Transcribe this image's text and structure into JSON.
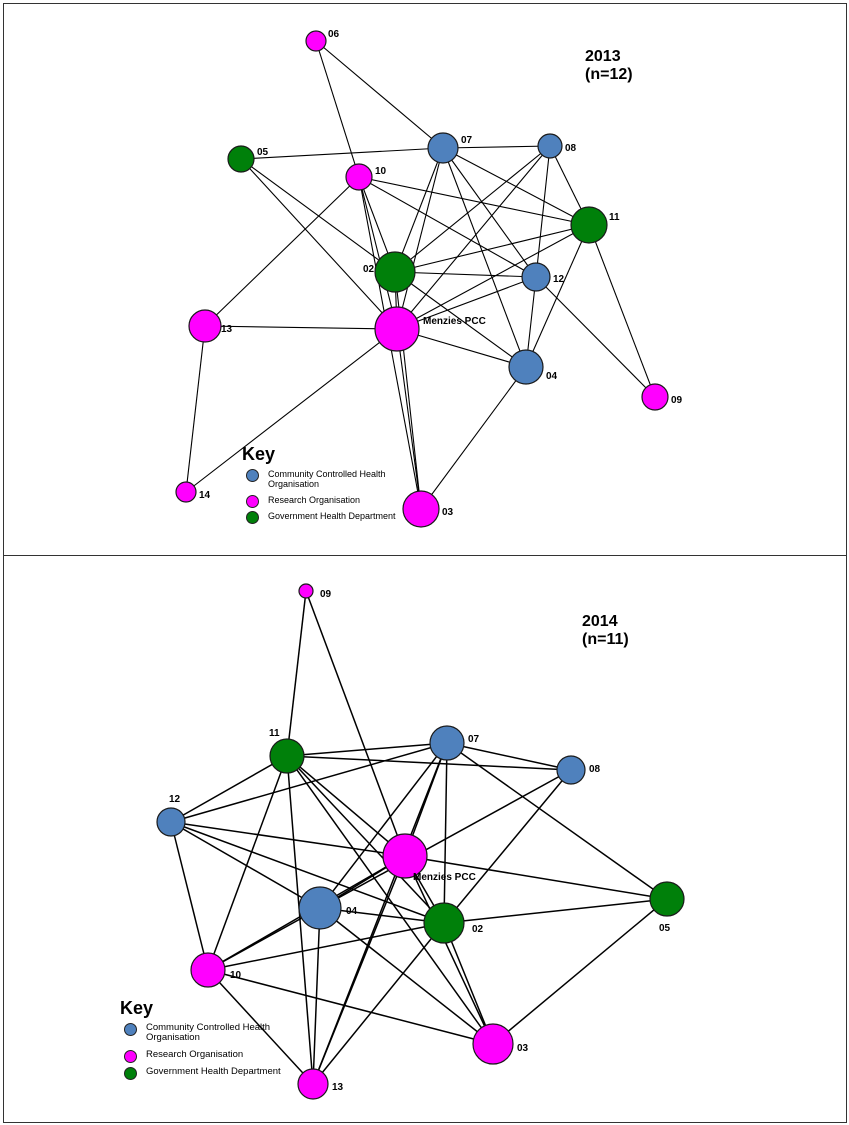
{
  "colors": {
    "community": "#4f81bd",
    "research": "#ff00ff",
    "government": "#00800a",
    "edge": "#000000"
  },
  "key": {
    "title": "Key",
    "items": [
      {
        "type": "community",
        "label": "Community Controlled Health Organisation"
      },
      {
        "type": "research",
        "label": "Research Organisation"
      },
      {
        "type": "government",
        "label": "Government Health Department"
      }
    ]
  },
  "networks": [
    {
      "id": "2013",
      "year": "2013",
      "n_label": "(n=12)",
      "nodes": [
        {
          "id": "06",
          "type": "research",
          "size": "xs"
        },
        {
          "id": "05",
          "type": "government",
          "size": "m"
        },
        {
          "id": "07",
          "type": "community",
          "size": "m"
        },
        {
          "id": "08",
          "type": "community",
          "size": "s"
        },
        {
          "id": "10",
          "type": "research",
          "size": "s"
        },
        {
          "id": "11",
          "type": "government",
          "size": "l"
        },
        {
          "id": "02",
          "type": "government",
          "size": "l"
        },
        {
          "id": "12",
          "type": "community",
          "size": "s"
        },
        {
          "id": "13",
          "type": "research",
          "size": "m"
        },
        {
          "id": "Menzies PCC",
          "type": "research",
          "size": "xl"
        },
        {
          "id": "04",
          "type": "community",
          "size": "l"
        },
        {
          "id": "09",
          "type": "research",
          "size": "s"
        },
        {
          "id": "14",
          "type": "research",
          "size": "xs"
        },
        {
          "id": "03",
          "type": "research",
          "size": "l"
        }
      ],
      "edges": [
        [
          "06",
          "07"
        ],
        [
          "06",
          "10"
        ],
        [
          "05",
          "07"
        ],
        [
          "05",
          "02"
        ],
        [
          "05",
          "Menzies PCC"
        ],
        [
          "07",
          "08"
        ],
        [
          "07",
          "02"
        ],
        [
          "07",
          "Menzies PCC"
        ],
        [
          "07",
          "12"
        ],
        [
          "07",
          "04"
        ],
        [
          "07",
          "11"
        ],
        [
          "08",
          "02"
        ],
        [
          "08",
          "Menzies PCC"
        ],
        [
          "08",
          "12"
        ],
        [
          "08",
          "11"
        ],
        [
          "10",
          "02"
        ],
        [
          "10",
          "Menzies PCC"
        ],
        [
          "10",
          "11"
        ],
        [
          "10",
          "13"
        ],
        [
          "10",
          "12"
        ],
        [
          "10",
          "03"
        ],
        [
          "11",
          "02"
        ],
        [
          "11",
          "Menzies PCC"
        ],
        [
          "11",
          "04"
        ],
        [
          "11",
          "09"
        ],
        [
          "02",
          "12"
        ],
        [
          "02",
          "04"
        ],
        [
          "02",
          "03"
        ],
        [
          "02",
          "Menzies PCC"
        ],
        [
          "12",
          "Menzies PCC"
        ],
        [
          "12",
          "04"
        ],
        [
          "12",
          "09"
        ],
        [
          "13",
          "Menzies PCC"
        ],
        [
          "13",
          "14"
        ],
        [
          "Menzies PCC",
          "04"
        ],
        [
          "Menzies PCC",
          "03"
        ],
        [
          "Menzies PCC",
          "14"
        ],
        [
          "04",
          "03"
        ]
      ]
    },
    {
      "id": "2014",
      "year": "2014",
      "n_label": "(n=11)",
      "nodes": [
        {
          "id": "09",
          "type": "research",
          "size": "xs"
        },
        {
          "id": "11",
          "type": "government",
          "size": "m"
        },
        {
          "id": "07",
          "type": "community",
          "size": "m"
        },
        {
          "id": "08",
          "type": "community",
          "size": "s"
        },
        {
          "id": "12",
          "type": "community",
          "size": "s"
        },
        {
          "id": "Menzies PCC",
          "type": "research",
          "size": "xl"
        },
        {
          "id": "04",
          "type": "community",
          "size": "l"
        },
        {
          "id": "02",
          "type": "government",
          "size": "l"
        },
        {
          "id": "05",
          "type": "government",
          "size": "m"
        },
        {
          "id": "10",
          "type": "research",
          "size": "m"
        },
        {
          "id": "03",
          "type": "research",
          "size": "l"
        },
        {
          "id": "13",
          "type": "research",
          "size": "m"
        }
      ],
      "edges": [
        [
          "09",
          "11"
        ],
        [
          "09",
          "Menzies PCC"
        ],
        [
          "11",
          "07"
        ],
        [
          "11",
          "08"
        ],
        [
          "11",
          "Menzies PCC"
        ],
        [
          "11",
          "02"
        ],
        [
          "11",
          "10"
        ],
        [
          "11",
          "13"
        ],
        [
          "11",
          "12"
        ],
        [
          "11",
          "03"
        ],
        [
          "07",
          "08"
        ],
        [
          "07",
          "Menzies PCC"
        ],
        [
          "07",
          "04"
        ],
        [
          "07",
          "02"
        ],
        [
          "07",
          "05"
        ],
        [
          "07",
          "12"
        ],
        [
          "07",
          "13"
        ],
        [
          "08",
          "04"
        ],
        [
          "08",
          "02"
        ],
        [
          "12",
          "Menzies PCC"
        ],
        [
          "12",
          "04"
        ],
        [
          "12",
          "10"
        ],
        [
          "12",
          "02"
        ],
        [
          "Menzies PCC",
          "04"
        ],
        [
          "Menzies PCC",
          "02"
        ],
        [
          "Menzies PCC",
          "05"
        ],
        [
          "Menzies PCC",
          "10"
        ],
        [
          "Menzies PCC",
          "13"
        ],
        [
          "Menzies PCC",
          "03"
        ],
        [
          "04",
          "02"
        ],
        [
          "04",
          "10"
        ],
        [
          "04",
          "13"
        ],
        [
          "04",
          "03"
        ],
        [
          "02",
          "10"
        ],
        [
          "02",
          "13"
        ],
        [
          "02",
          "03"
        ],
        [
          "02",
          "05"
        ],
        [
          "05",
          "03"
        ],
        [
          "10",
          "13"
        ],
        [
          "10",
          "03"
        ]
      ]
    }
  ]
}
